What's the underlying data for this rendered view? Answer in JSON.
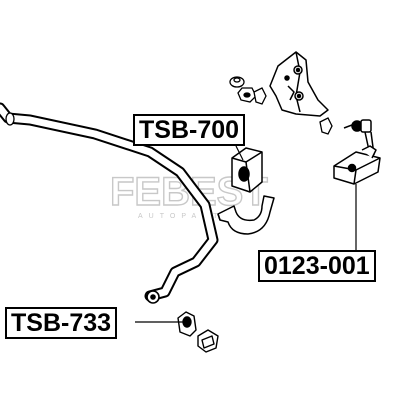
{
  "labels": {
    "tsb_700": "TSB-700",
    "part_0123_001": "0123-001",
    "tsb_733": "TSB-733"
  },
  "watermark": {
    "brand": "FEBEST",
    "sub": "AUTOPARTS"
  }
}
